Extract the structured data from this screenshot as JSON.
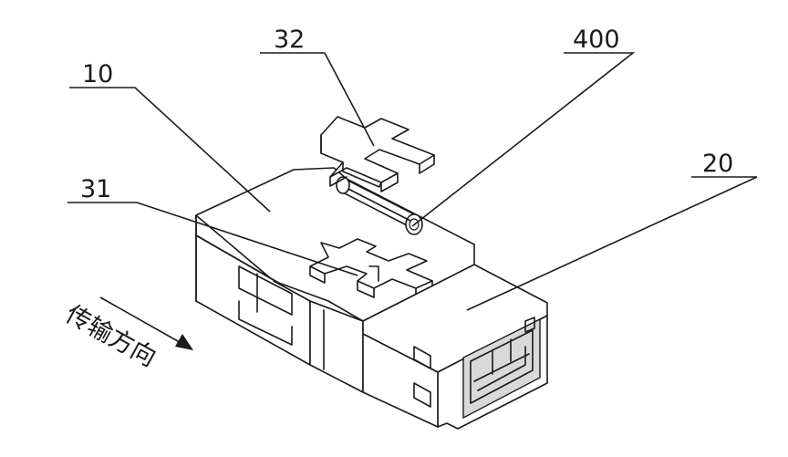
{
  "labels": {
    "part_10": "10",
    "part_20": "20",
    "part_31": "31",
    "part_32": "32",
    "part_400": "400"
  },
  "direction_caption": "传输方向",
  "colors": {
    "line": "#1a1a1a",
    "background": "#ffffff",
    "shade": "#d9d9d9"
  }
}
